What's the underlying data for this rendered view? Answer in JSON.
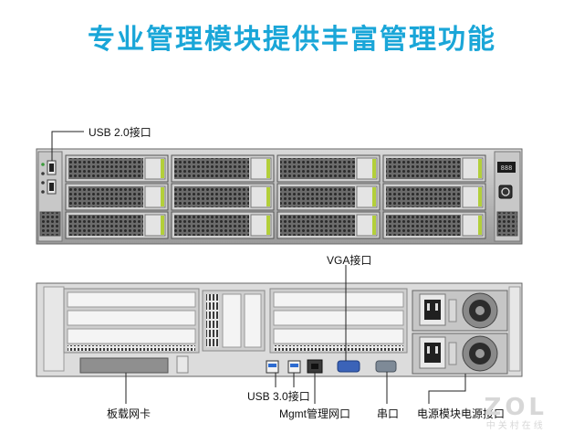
{
  "header": {
    "title": "专业管理模块提供丰富管理功能"
  },
  "front_panel": {
    "usb_label": "USB 2.0接口"
  },
  "rear_panel": {
    "vga_label": "VGA接口",
    "usb_label": "USB 3.0接口",
    "mgmt_label": "Mgmt管理网口",
    "serial_label": "串口",
    "nic_label": "板载网卡",
    "psu_label": "电源模块电源接口"
  },
  "watermark": {
    "logo": "ZOL",
    "sub": "中关村在线"
  },
  "colors": {
    "title": "#1aa6d8",
    "bay_accent": "#b3cf3a",
    "vga_port": "#3b63b8"
  }
}
